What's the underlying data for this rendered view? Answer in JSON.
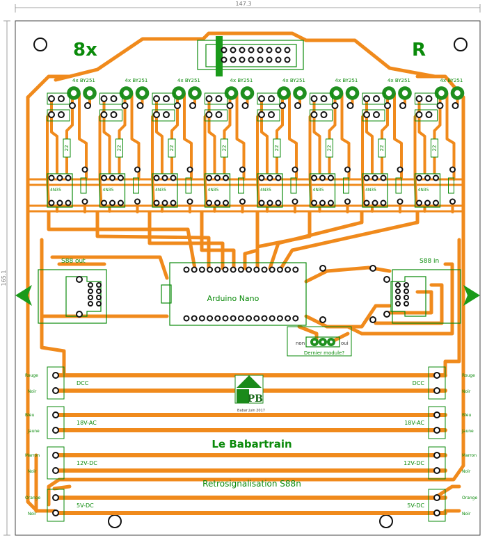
{
  "dimensions": {
    "width_label": "147.3",
    "height_label": "165.1"
  },
  "labels": {
    "channels": "8x",
    "corner_r": "R",
    "diode": "4x BY251",
    "resistor_value": "22",
    "optocoupler": "4N35",
    "s88_out": "S88 out",
    "s88_in": "S88 in",
    "arduino": "Arduino Nano",
    "jumper_no": "non",
    "jumper_yes": "oui",
    "last_module": "Dernier module?",
    "brand_title": "Le Babartrain",
    "subtitle": "Retrosignalisation S88n",
    "logo_letters": "PB",
    "logo_caption": "Babar Juin 2017"
  },
  "rails": [
    {
      "name": "DCC",
      "wire_top": "Rouge",
      "wire_bottom": "Noir"
    },
    {
      "name": "18V-AC",
      "wire_top": "Bleu",
      "wire_bottom": "Jaune"
    },
    {
      "name": "12V-DC",
      "wire_top": "Marron",
      "wire_bottom": "Noir"
    },
    {
      "name": "5V-DC",
      "wire_top": "Orange",
      "wire_bottom": "Noir"
    }
  ],
  "colors": {
    "trace": "#f08a1c",
    "silkscreen": "#0a8a0a",
    "pad": "#1f8f1f"
  }
}
